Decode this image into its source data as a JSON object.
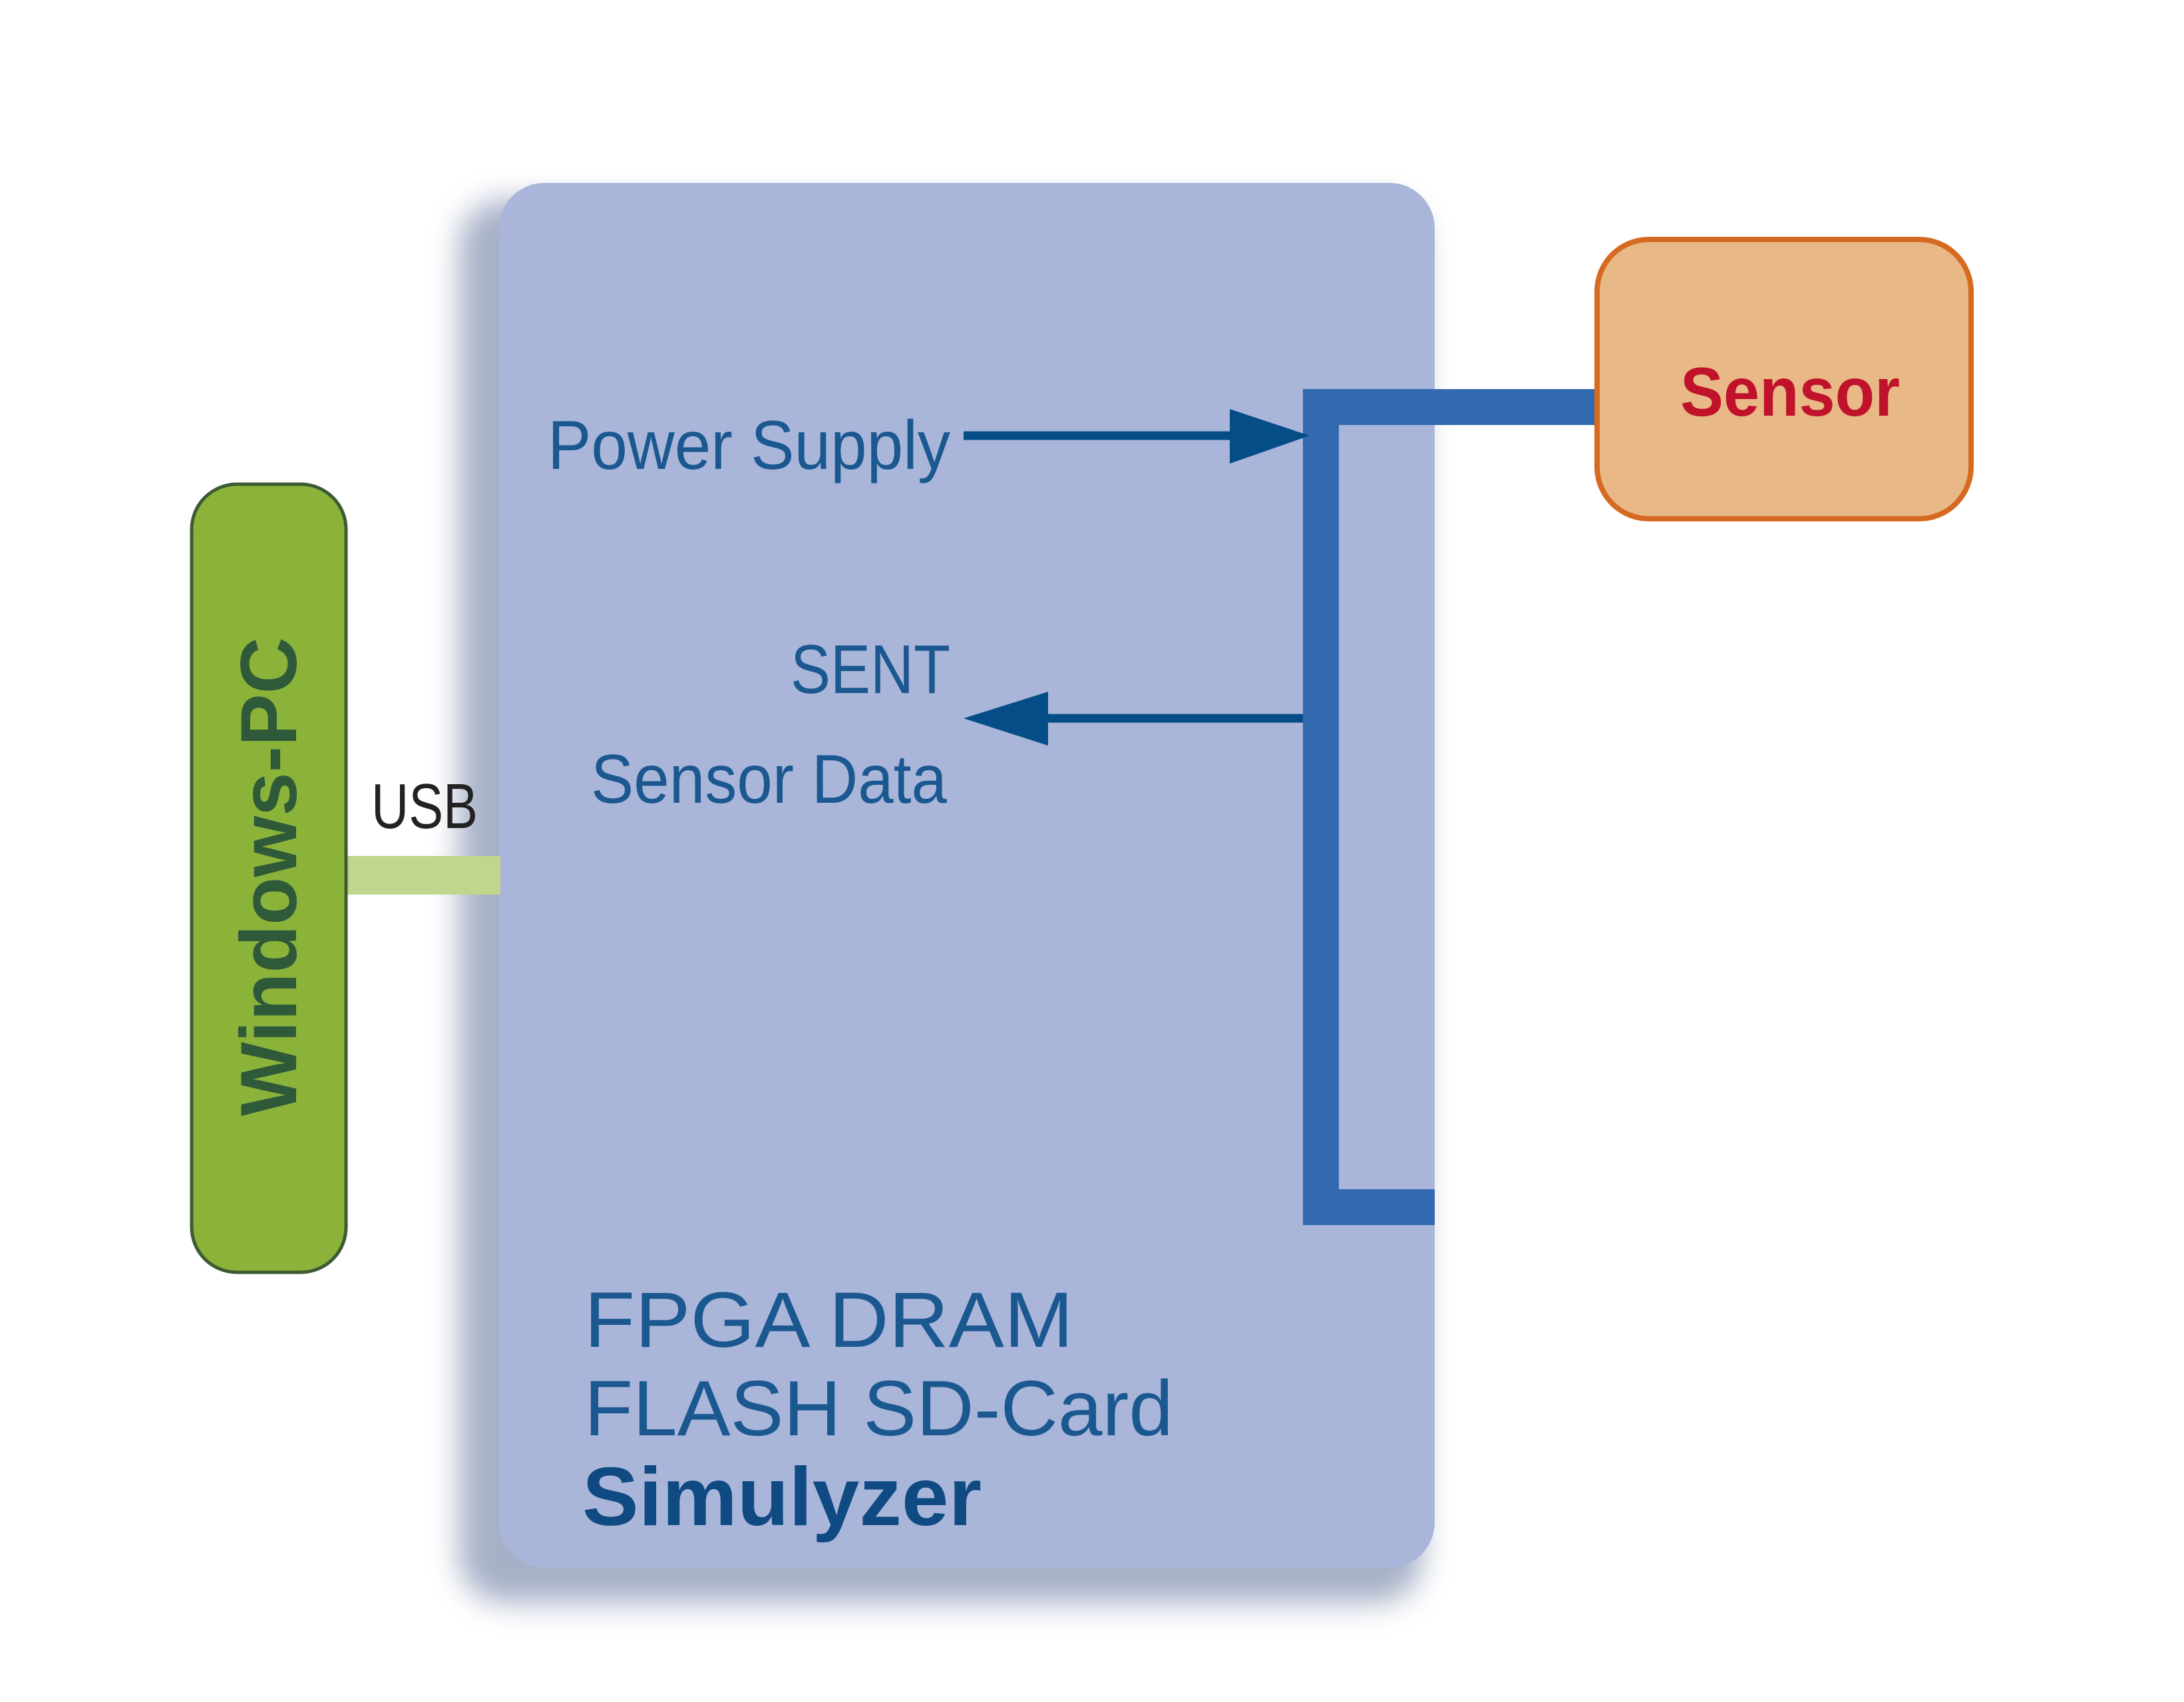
{
  "simulyzer": {
    "hardware_line1": "FPGA DRAM",
    "hardware_line2": "FLASH SD-Card",
    "name": "Simulyzer"
  },
  "signals": {
    "power_supply": "Power Supply",
    "sent": "SENT",
    "sensor_data": "Sensor Data"
  },
  "sensor": {
    "label": "Sensor"
  },
  "pc": {
    "label": "Windows-PC",
    "connection": "USB"
  },
  "colors": {
    "simulyzer_fill": "#a9b6da",
    "bus_blue": "#316aaf",
    "arrow_dark": "#044d86",
    "sensor_fill": "#e8b887",
    "sensor_border": "#d56a20",
    "sensor_text": "#c0122b",
    "pc_fill": "#8bb33a",
    "pc_text": "#2f5a3a",
    "usb_link": "#c0d68c"
  }
}
